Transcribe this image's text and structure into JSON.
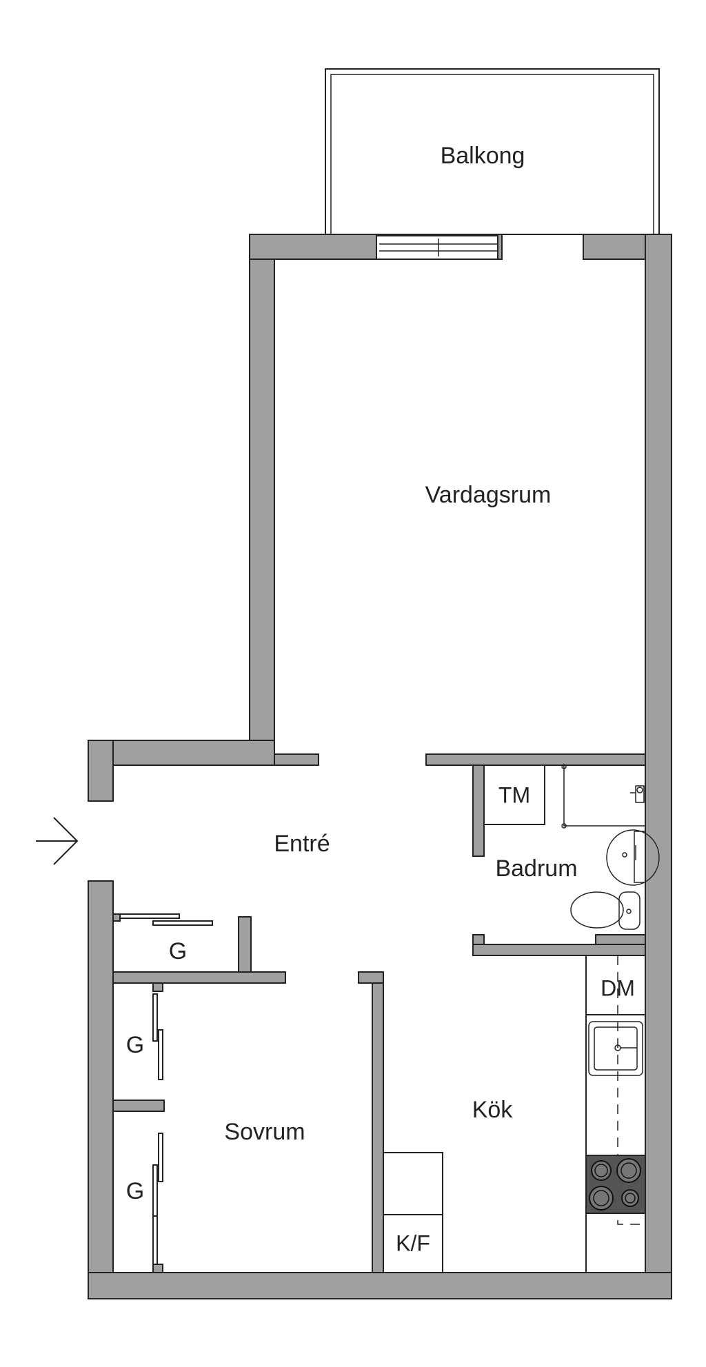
{
  "rooms": {
    "balcony": "Balkong",
    "living_room": "Vardagsrum",
    "entrance": "Entré",
    "bathroom": "Badrum",
    "washing_machine": "TM",
    "wardrobe_entry": "G",
    "wardrobe_bedroom_top": "G",
    "wardrobe_bedroom_bottom": "G",
    "bedroom": "Sovrum",
    "kitchen": "Kök",
    "dishwasher": "DM",
    "fridge_freezer": "K/F"
  },
  "colors": {
    "wall": "#a0a0a0",
    "line": "#222222",
    "hob": "#555555"
  }
}
